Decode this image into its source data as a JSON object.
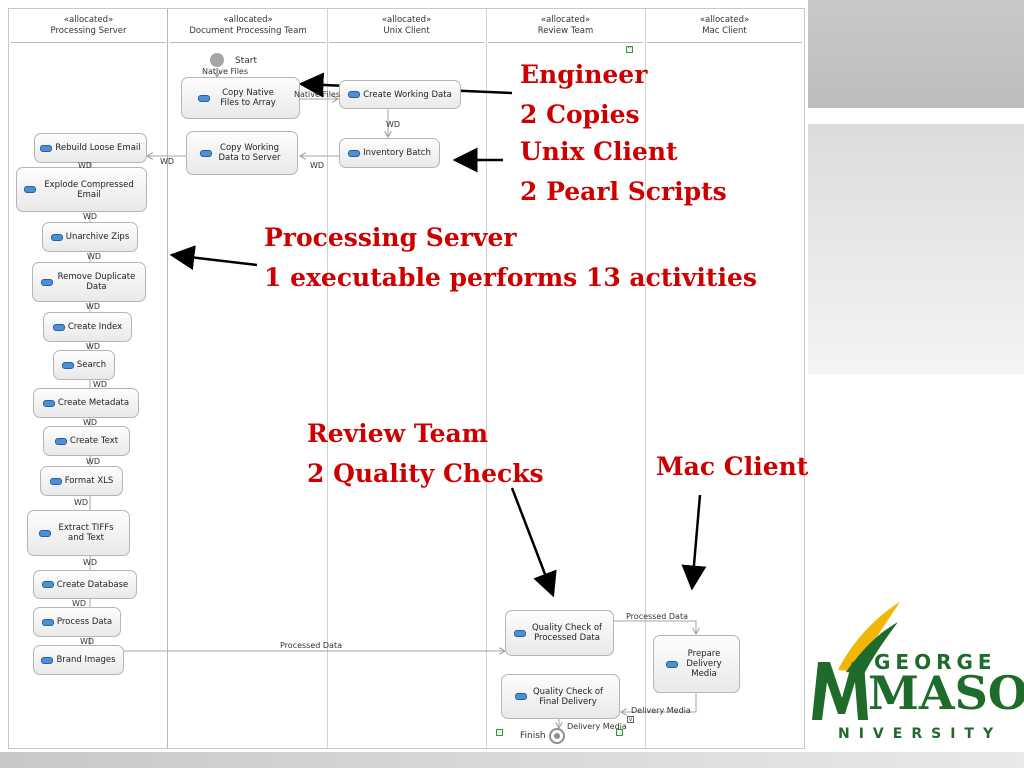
{
  "lanes": [
    {
      "stereo": "«allocated»",
      "name": "Processing Server"
    },
    {
      "stereo": "«allocated»",
      "name": "Document Processing Team"
    },
    {
      "stereo": "«allocated»",
      "name": "Unix Client"
    },
    {
      "stereo": "«allocated»",
      "name": "Review Team"
    },
    {
      "stereo": "«allocated»",
      "name": "Mac Client"
    }
  ],
  "nodes": {
    "start": "Start",
    "finish": "Finish"
  },
  "activities": {
    "copy_native": "Copy Native Files to Array",
    "create_working": "Create Working Data",
    "inventory_batch": "Inventory Batch",
    "copy_working": "Copy Working Data to Server",
    "rebuild_loose": "Rebuild Loose Email",
    "explode": "Explode Compressed Email",
    "unarchive": "Unarchive Zips",
    "remove_dup": "Remove Duplicate Data",
    "create_index": "Create Index",
    "search": "Search",
    "create_metadata": "Create Metadata",
    "create_text": "Create Text",
    "format_xls": "Format XLS",
    "extract_tiffs": "Extract TIFFs and Text",
    "create_db": "Create Database",
    "process_data": "Process Data",
    "brand_images": "Brand Images",
    "qc_processed": "Quality Check of Processed Data",
    "prepare_media": "Prepare Delivery Media",
    "qc_final": "Quality Check of Final Delivery"
  },
  "flows": {
    "native_files": "Native Files",
    "wd": "WD",
    "processed_data": "Processed Data",
    "delivery_media": "Delivery Media"
  },
  "callouts": {
    "engineer": [
      "Engineer",
      "2 Copies"
    ],
    "unix": [
      "Unix Client",
      "2 Pearl Scripts"
    ],
    "server": [
      "Processing Server",
      "1 executable performs 13 activities"
    ],
    "review": [
      "Review Team",
      "2 Quality Checks"
    ],
    "mac": [
      "Mac Client"
    ]
  },
  "logo": {
    "top": "GEORGE",
    "mid": "MASON",
    "bottom": "NIVERSITY",
    "accent": "#f2b705",
    "green": "#1f6b2c"
  },
  "colors": {
    "callout": "#cc0000",
    "icon": "#4d8fd6"
  }
}
